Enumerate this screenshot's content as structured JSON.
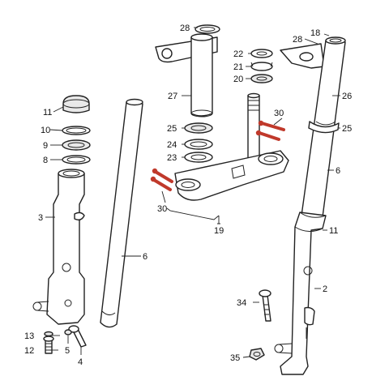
{
  "colors": {
    "line": "#222222",
    "background": "#ffffff",
    "highlight": "#c0392b"
  },
  "labels": {
    "l28a": "28",
    "l22": "22",
    "l21": "21",
    "l20": "20",
    "l27": "27",
    "l30a": "30",
    "l25a": "25",
    "l24": "24",
    "l23": "23",
    "l30b": "30",
    "l19": "19",
    "l11a": "11",
    "l10": "10",
    "l9": "9",
    "l8": "8",
    "l3": "3",
    "l6a": "6",
    "l18": "18",
    "l28b": "28",
    "l26": "26",
    "l25b": "25",
    "l6b": "6",
    "l11b": "11",
    "l2": "2",
    "l34": "34",
    "l13": "13",
    "l12": "12",
    "l5": "5",
    "l4": "4",
    "l35": "35"
  }
}
